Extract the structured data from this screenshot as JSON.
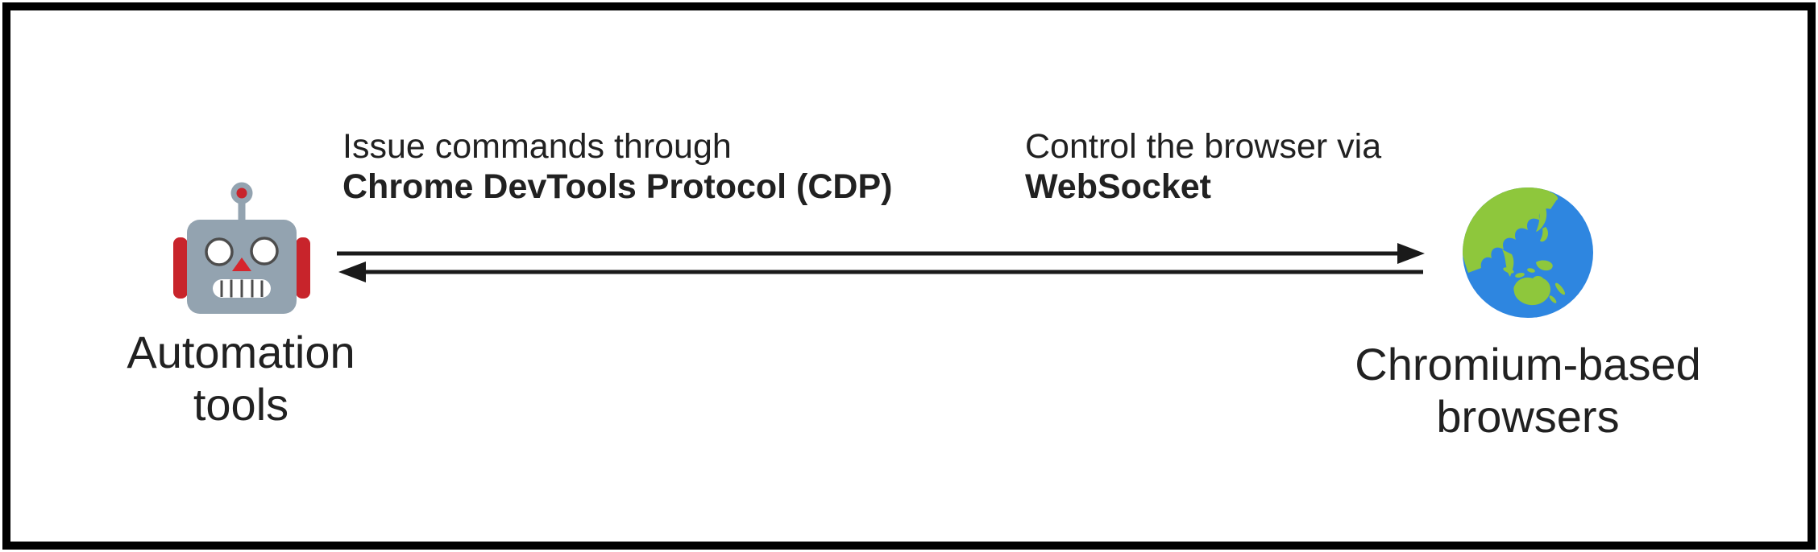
{
  "nodes": {
    "automation_tools": {
      "icon": "robot-icon",
      "label_line1": "Automation",
      "label_line2": "tools"
    },
    "chromium_browsers": {
      "icon": "globe-icon",
      "label_line1": "Chromium-based",
      "label_line2": "browsers"
    }
  },
  "annotations": {
    "issue_commands": {
      "line1": "Issue commands through",
      "line2_bold": "Chrome DevTools Protocol (CDP)"
    },
    "control_browser": {
      "line1": "Control the browser via",
      "line2_bold": "WebSocket"
    }
  },
  "arrows": {
    "top": {
      "direction": "right"
    },
    "bottom": {
      "direction": "left"
    }
  },
  "colors": {
    "background": "#ffffff",
    "frame_border": "#000000",
    "text": "#212121",
    "arrow": "#1a1a1a",
    "robot_body": "#93a3b0",
    "robot_accent": "#c8242b",
    "globe_ocean": "#2e86e0",
    "globe_land": "#8ec73c"
  }
}
